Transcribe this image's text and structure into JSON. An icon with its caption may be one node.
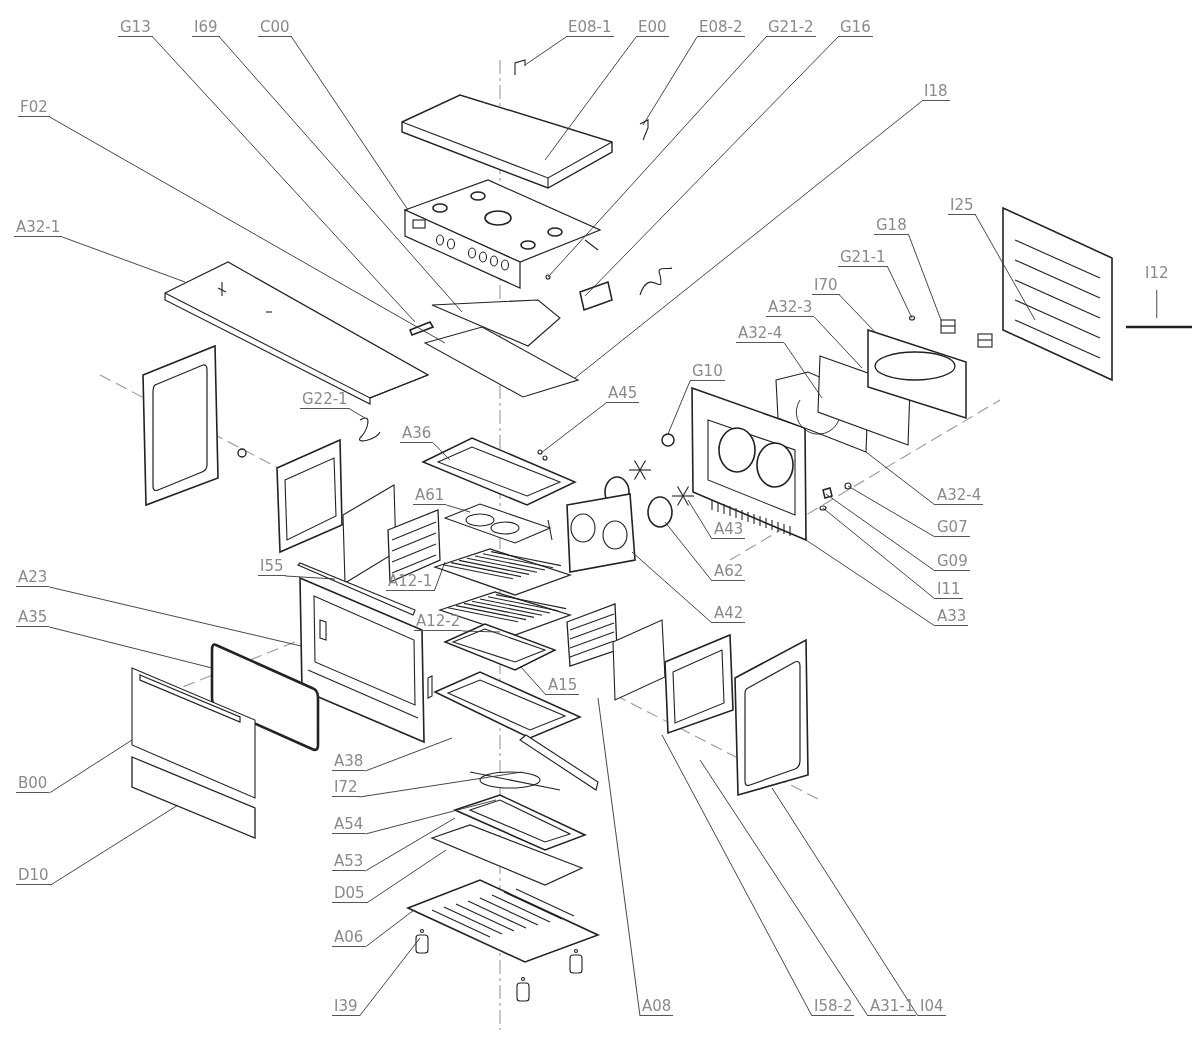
{
  "diagram": {
    "nodes": [
      {
        "text": [
          "G13"
        ]
      },
      {
        "text": [
          "I69"
        ]
      },
      {
        "text": [
          "C00"
        ]
      },
      {
        "text": [
          "E08-1"
        ]
      },
      {
        "text": [
          "E00"
        ]
      },
      {
        "text": [
          "E08-2"
        ]
      },
      {
        "text": [
          "G21-2"
        ]
      },
      {
        "text": [
          "G16"
        ]
      },
      {
        "text": [
          "F02"
        ]
      },
      {
        "text": [
          "I18"
        ]
      },
      {
        "text": [
          "A32-1"
        ]
      },
      {
        "text": [
          "G18"
        ]
      },
      {
        "text": [
          "I25"
        ]
      },
      {
        "text": [
          "G21-1"
        ]
      },
      {
        "text": [
          "I12"
        ]
      },
      {
        "text": [
          "I70"
        ]
      },
      {
        "text": [
          "A32-3"
        ]
      },
      {
        "text": [
          "A32-4"
        ]
      },
      {
        "text": [
          "G10"
        ]
      },
      {
        "text": [
          "A45"
        ]
      },
      {
        "text": [
          "G22-1"
        ]
      },
      {
        "text": [
          "A36"
        ]
      },
      {
        "text": [
          "A61"
        ]
      },
      {
        "text": [
          "A32-4"
        ]
      },
      {
        "text": [
          "G07"
        ]
      },
      {
        "text": [
          "A43"
        ]
      },
      {
        "text": [
          "G09"
        ]
      },
      {
        "text": [
          "A62"
        ]
      },
      {
        "text": [
          "I11"
        ]
      },
      {
        "text": [
          "A33"
        ]
      },
      {
        "text": [
          "A42"
        ]
      },
      {
        "text": [
          "I55"
        ]
      },
      {
        "text": [
          "A12-1"
        ]
      },
      {
        "text": [
          "A23"
        ]
      },
      {
        "text": [
          "A35"
        ]
      },
      {
        "text": [
          "A12-2"
        ]
      },
      {
        "text": [
          "A15"
        ]
      },
      {
        "text": [
          "A38"
        ]
      },
      {
        "text": [
          "B00"
        ]
      },
      {
        "text": [
          "I72"
        ]
      },
      {
        "text": [
          "A54"
        ]
      },
      {
        "text": [
          "A53"
        ]
      },
      {
        "text": [
          "D05"
        ]
      },
      {
        "text": [
          "A06"
        ]
      },
      {
        "text": [
          "D10"
        ]
      },
      {
        "text": [
          "I39"
        ]
      },
      {
        "text": [
          "A08"
        ]
      },
      {
        "text": [
          "I58-2"
        ]
      },
      {
        "text": [
          "A31-1"
        ]
      },
      {
        "text": [
          "I04"
        ]
      }
    ],
    "edges": [
      {
        "from": 0,
        "to": null,
        "arrow": "none"
      },
      {
        "from": 1,
        "to": null,
        "arrow": "none"
      },
      {
        "from": 2,
        "to": null,
        "arrow": "none"
      },
      {
        "from": 3,
        "to": null,
        "arrow": "none"
      },
      {
        "from": 4,
        "to": null,
        "arrow": "none"
      },
      {
        "from": 5,
        "to": null,
        "arrow": "none"
      },
      {
        "from": 6,
        "to": null,
        "arrow": "none"
      },
      {
        "from": 7,
        "to": null,
        "arrow": "none"
      },
      {
        "from": 8,
        "to": null,
        "arrow": "none"
      },
      {
        "from": 9,
        "to": null,
        "arrow": "none"
      },
      {
        "from": 10,
        "to": null,
        "arrow": "none"
      },
      {
        "from": 11,
        "to": null,
        "arrow": "none"
      },
      {
        "from": 12,
        "to": null,
        "arrow": "none"
      },
      {
        "from": 13,
        "to": null,
        "arrow": "none"
      },
      {
        "from": 14,
        "to": null,
        "arrow": "none"
      },
      {
        "from": 15,
        "to": null,
        "arrow": "none"
      },
      {
        "from": 16,
        "to": null,
        "arrow": "none"
      },
      {
        "from": 17,
        "to": null,
        "arrow": "none"
      },
      {
        "from": 18,
        "to": null,
        "arrow": "none"
      },
      {
        "from": 19,
        "to": null,
        "arrow": "none"
      },
      {
        "from": 20,
        "to": null,
        "arrow": "none"
      },
      {
        "from": 21,
        "to": null,
        "arrow": "none"
      },
      {
        "from": 22,
        "to": null,
        "arrow": "none"
      },
      {
        "from": 23,
        "to": null,
        "arrow": "none"
      },
      {
        "from": 24,
        "to": null,
        "arrow": "none"
      },
      {
        "from": 25,
        "to": null,
        "arrow": "none"
      },
      {
        "from": 26,
        "to": null,
        "arrow": "none"
      },
      {
        "from": 27,
        "to": null,
        "arrow": "none"
      },
      {
        "from": 28,
        "to": null,
        "arrow": "none"
      },
      {
        "from": 29,
        "to": null,
        "arrow": "none"
      },
      {
        "from": 30,
        "to": null,
        "arrow": "none"
      },
      {
        "from": 31,
        "to": null,
        "arrow": "none"
      },
      {
        "from": 32,
        "to": null,
        "arrow": "none"
      },
      {
        "from": 33,
        "to": null,
        "arrow": "none"
      },
      {
        "from": 34,
        "to": null,
        "arrow": "none"
      },
      {
        "from": 35,
        "to": null,
        "arrow": "none"
      },
      {
        "from": 36,
        "to": null,
        "arrow": "none"
      },
      {
        "from": 37,
        "to": null,
        "arrow": "none"
      },
      {
        "from": 38,
        "to": null,
        "arrow": "none"
      },
      {
        "from": 39,
        "to": null,
        "arrow": "none"
      },
      {
        "from": 40,
        "to": null,
        "arrow": "none"
      },
      {
        "from": 41,
        "to": null,
        "arrow": "none"
      },
      {
        "from": 42,
        "to": null,
        "arrow": "none"
      },
      {
        "from": 43,
        "to": null,
        "arrow": "none"
      },
      {
        "from": 44,
        "to": null,
        "arrow": "none"
      },
      {
        "from": 45,
        "to": null,
        "arrow": "none"
      },
      {
        "from": 46,
        "to": null,
        "arrow": "none"
      },
      {
        "from": 47,
        "to": null,
        "arrow": "none"
      },
      {
        "from": 48,
        "to": null,
        "arrow": "none"
      },
      {
        "from": 49,
        "to": null,
        "arrow": "none"
      }
    ]
  }
}
